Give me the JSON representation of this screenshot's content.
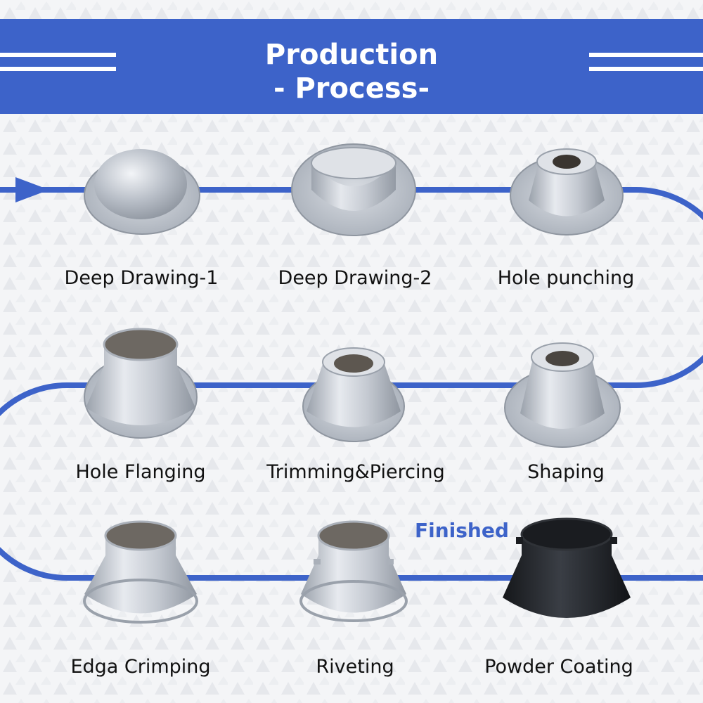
{
  "header": {
    "title": "Production",
    "subtitle": "- Process-"
  },
  "steps": [
    {
      "label": "Deep Drawing-1"
    },
    {
      "label": "Deep Drawing-2"
    },
    {
      "label": "Hole punching"
    },
    {
      "label": "Hole Flanging"
    },
    {
      "label": "Trimming&Piercing"
    },
    {
      "label": "Shaping"
    },
    {
      "label": "Edga Crimping"
    },
    {
      "label": "Riveting"
    },
    {
      "label": "Powder Coating"
    }
  ],
  "finished_label": "Finished",
  "colors": {
    "accent": "#3d63c9",
    "metal": "#c9ced6",
    "coating": "#23262b"
  }
}
